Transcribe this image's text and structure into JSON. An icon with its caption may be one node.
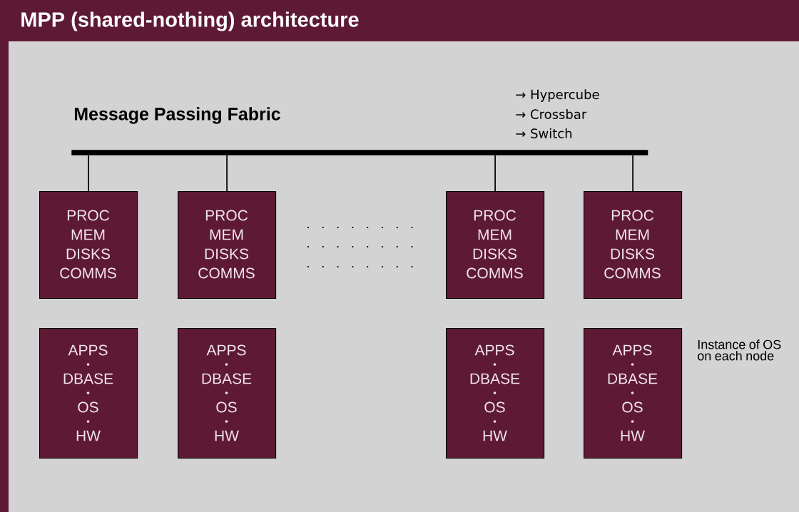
{
  "diagram": {
    "title": "MPP (shared-nothing) architecture",
    "nodes": [
      {
        "text": [
          "Message Passing Fabric"
        ]
      },
      {
        "text": [
          "PROC",
          "MEM",
          "DISKS",
          "COMMS"
        ]
      },
      {
        "text": [
          "PROC",
          "MEM",
          "DISKS",
          "COMMS"
        ]
      },
      {
        "text": [
          "PROC",
          "MEM",
          "DISKS",
          "COMMS"
        ]
      },
      {
        "text": [
          "PROC",
          "MEM",
          "DISKS",
          "COMMS"
        ]
      },
      {
        "text": [
          "APPS",
          "DBASE",
          "OS",
          "HW"
        ]
      },
      {
        "text": [
          "APPS",
          "DBASE",
          "OS",
          "HW"
        ]
      },
      {
        "text": [
          "APPS",
          "DBASE",
          "OS",
          "HW"
        ]
      },
      {
        "text": [
          "APPS",
          "DBASE",
          "OS",
          "HW"
        ]
      }
    ],
    "edges": [
      {
        "from": 0,
        "to": 1,
        "arrow": "none"
      },
      {
        "from": 0,
        "to": 2,
        "arrow": "none"
      },
      {
        "from": 0,
        "to": 3,
        "arrow": "none"
      },
      {
        "from": 0,
        "to": 4,
        "arrow": "none"
      }
    ],
    "labels": [
      "→ Hypercube",
      "→ Crossbar",
      "→ Switch",
      "Instance of OS on each node"
    ]
  }
}
